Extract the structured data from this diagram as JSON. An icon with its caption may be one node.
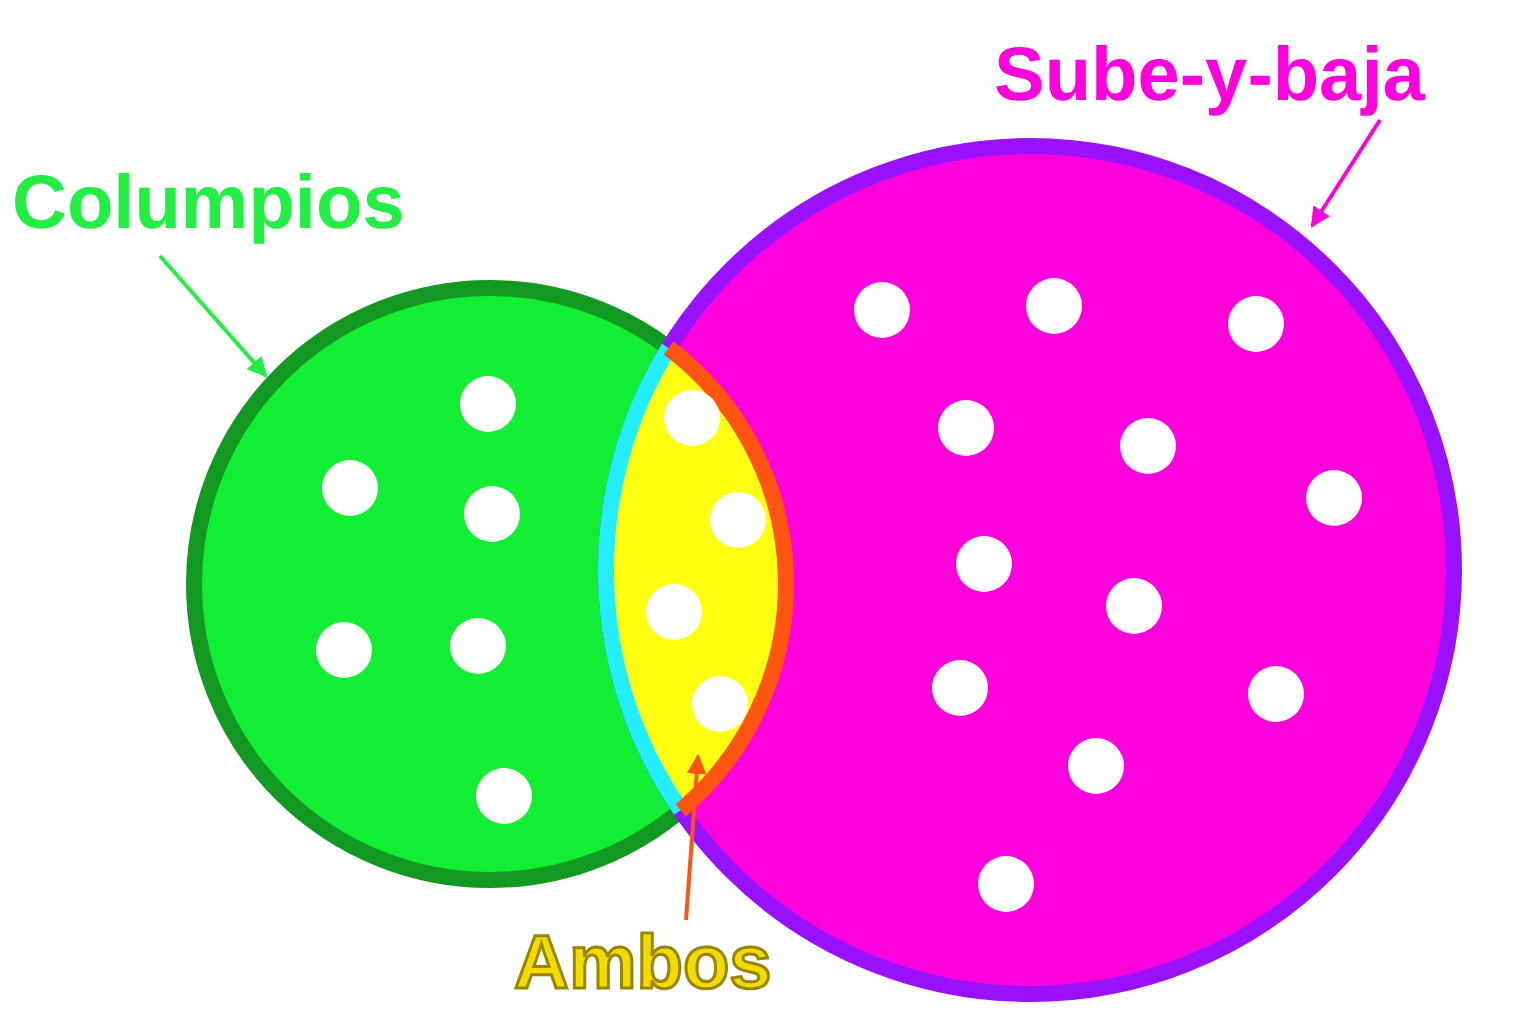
{
  "diagram": {
    "nodes": [
      {
        "text": [
          "Columpios"
        ]
      },
      {
        "text": [
          "Sube-y-baja"
        ]
      },
      {
        "text": [
          "Ambos"
        ]
      },
      {
        "text": [],
        "shape": "circle"
      },
      {
        "text": [],
        "shape": "circle"
      },
      {
        "text": [],
        "shape": "lens"
      }
    ],
    "edges": [
      {
        "from": 0,
        "to": 3,
        "arrow": "to",
        "color": "#22ee44"
      },
      {
        "from": 1,
        "to": 4,
        "arrow": "to",
        "color": "#ff00dd"
      },
      {
        "from": 2,
        "to": 5,
        "arrow": "to",
        "color": "#ff5511"
      }
    ]
  }
}
